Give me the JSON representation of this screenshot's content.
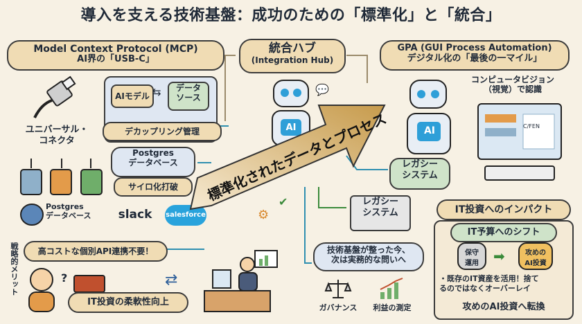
{
  "title": "導入を支える技術基盤：成功のための「標準化」と「統合」",
  "mcp": {
    "title_line1": "Model Context Protocol (MCP)",
    "title_line2": "AI界の「USB-C」",
    "connector_label": "ユニバーサル・\nコネクタ",
    "ai_model": "AIモデル",
    "data_source": "データ\nソース",
    "decoupling": "デカップリング管理",
    "postgres_db": "Postgres\nデータベース",
    "silo_break": "サイロ化打破",
    "postgres_logo": "Postgres\nデータベース",
    "slack": "slack",
    "salesforce": "salesforce"
  },
  "hub": {
    "title_line1": "統合ハブ",
    "title_line2": "(Integration Hub)",
    "robot_label": "AI",
    "arrow_text": "標準化されたデータとプロセス"
  },
  "gpa": {
    "title_line1": "GPA (GUI Process Automation)",
    "title_line2": "デジタル化の「最後の一マイル」",
    "vision": "コンピュータビジョン\n（視覚）で認識",
    "robot_label": "AI",
    "legacy1": "レガシー\nシステム",
    "legacy2": "レガシー\nシステム",
    "screen_text": "C/FEN"
  },
  "merits": {
    "side_label": "戦略的メリット",
    "cost": "高コストな個別API連携不要！",
    "flex": "IT投資の柔軟性向上"
  },
  "next": {
    "text": "技術基盤が整った今、\n次は実務的な問いへ",
    "gov": "ガバナンス",
    "profit": "利益の測定"
  },
  "impact": {
    "header": "IT投資へのインパクト",
    "shift": "IT予算へのシフト",
    "maint": "保守\n運用",
    "attack": "攻めの\nAI投資",
    "desc": "・既存のIT資産を活用！捨て\nるのではなくオーバーレイ",
    "conclusion": "攻めのAI投資へ転換"
  },
  "colors": {
    "tan": "#f0dcb4",
    "green": "#cfe3c9",
    "arrow": "#d8b46a"
  }
}
